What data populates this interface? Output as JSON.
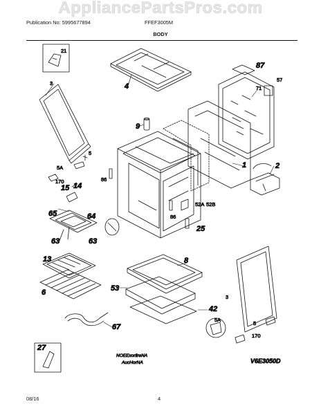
{
  "watermark": "AppliancePartsPros.com",
  "header": {
    "publication": "Publication No: 5995677894",
    "model": "FFEF3005M",
    "title": "BODY"
  },
  "footer": {
    "date": "08/16",
    "page": "4"
  },
  "callouts": {
    "c21": "21",
    "c3a": "3",
    "c4": "4",
    "c5a": "5",
    "c5Aa": "5A",
    "c170a": "170",
    "c15": "15",
    "c14": "14",
    "c86a": "86",
    "c86b": "86",
    "c1": "1",
    "c2": "2",
    "c71": "71",
    "c57": "57",
    "c87": "87",
    "c52A": "52A",
    "c52B": "52B",
    "c25": "25",
    "c65": "65",
    "c64": "64",
    "c63": "63",
    "c13": "13",
    "c6": "6",
    "c67": "67",
    "c8": "8",
    "c53": "53",
    "c42": "42",
    "c3b": "3",
    "c5b": "5",
    "c5Ab": "5A",
    "c170b": "170",
    "c27": "27",
    "c9": "9"
  },
  "notes": {
    "line1": "NOEExorlireNA",
    "line2": "AucHorNA"
  },
  "figure_code": "V6E3050D"
}
